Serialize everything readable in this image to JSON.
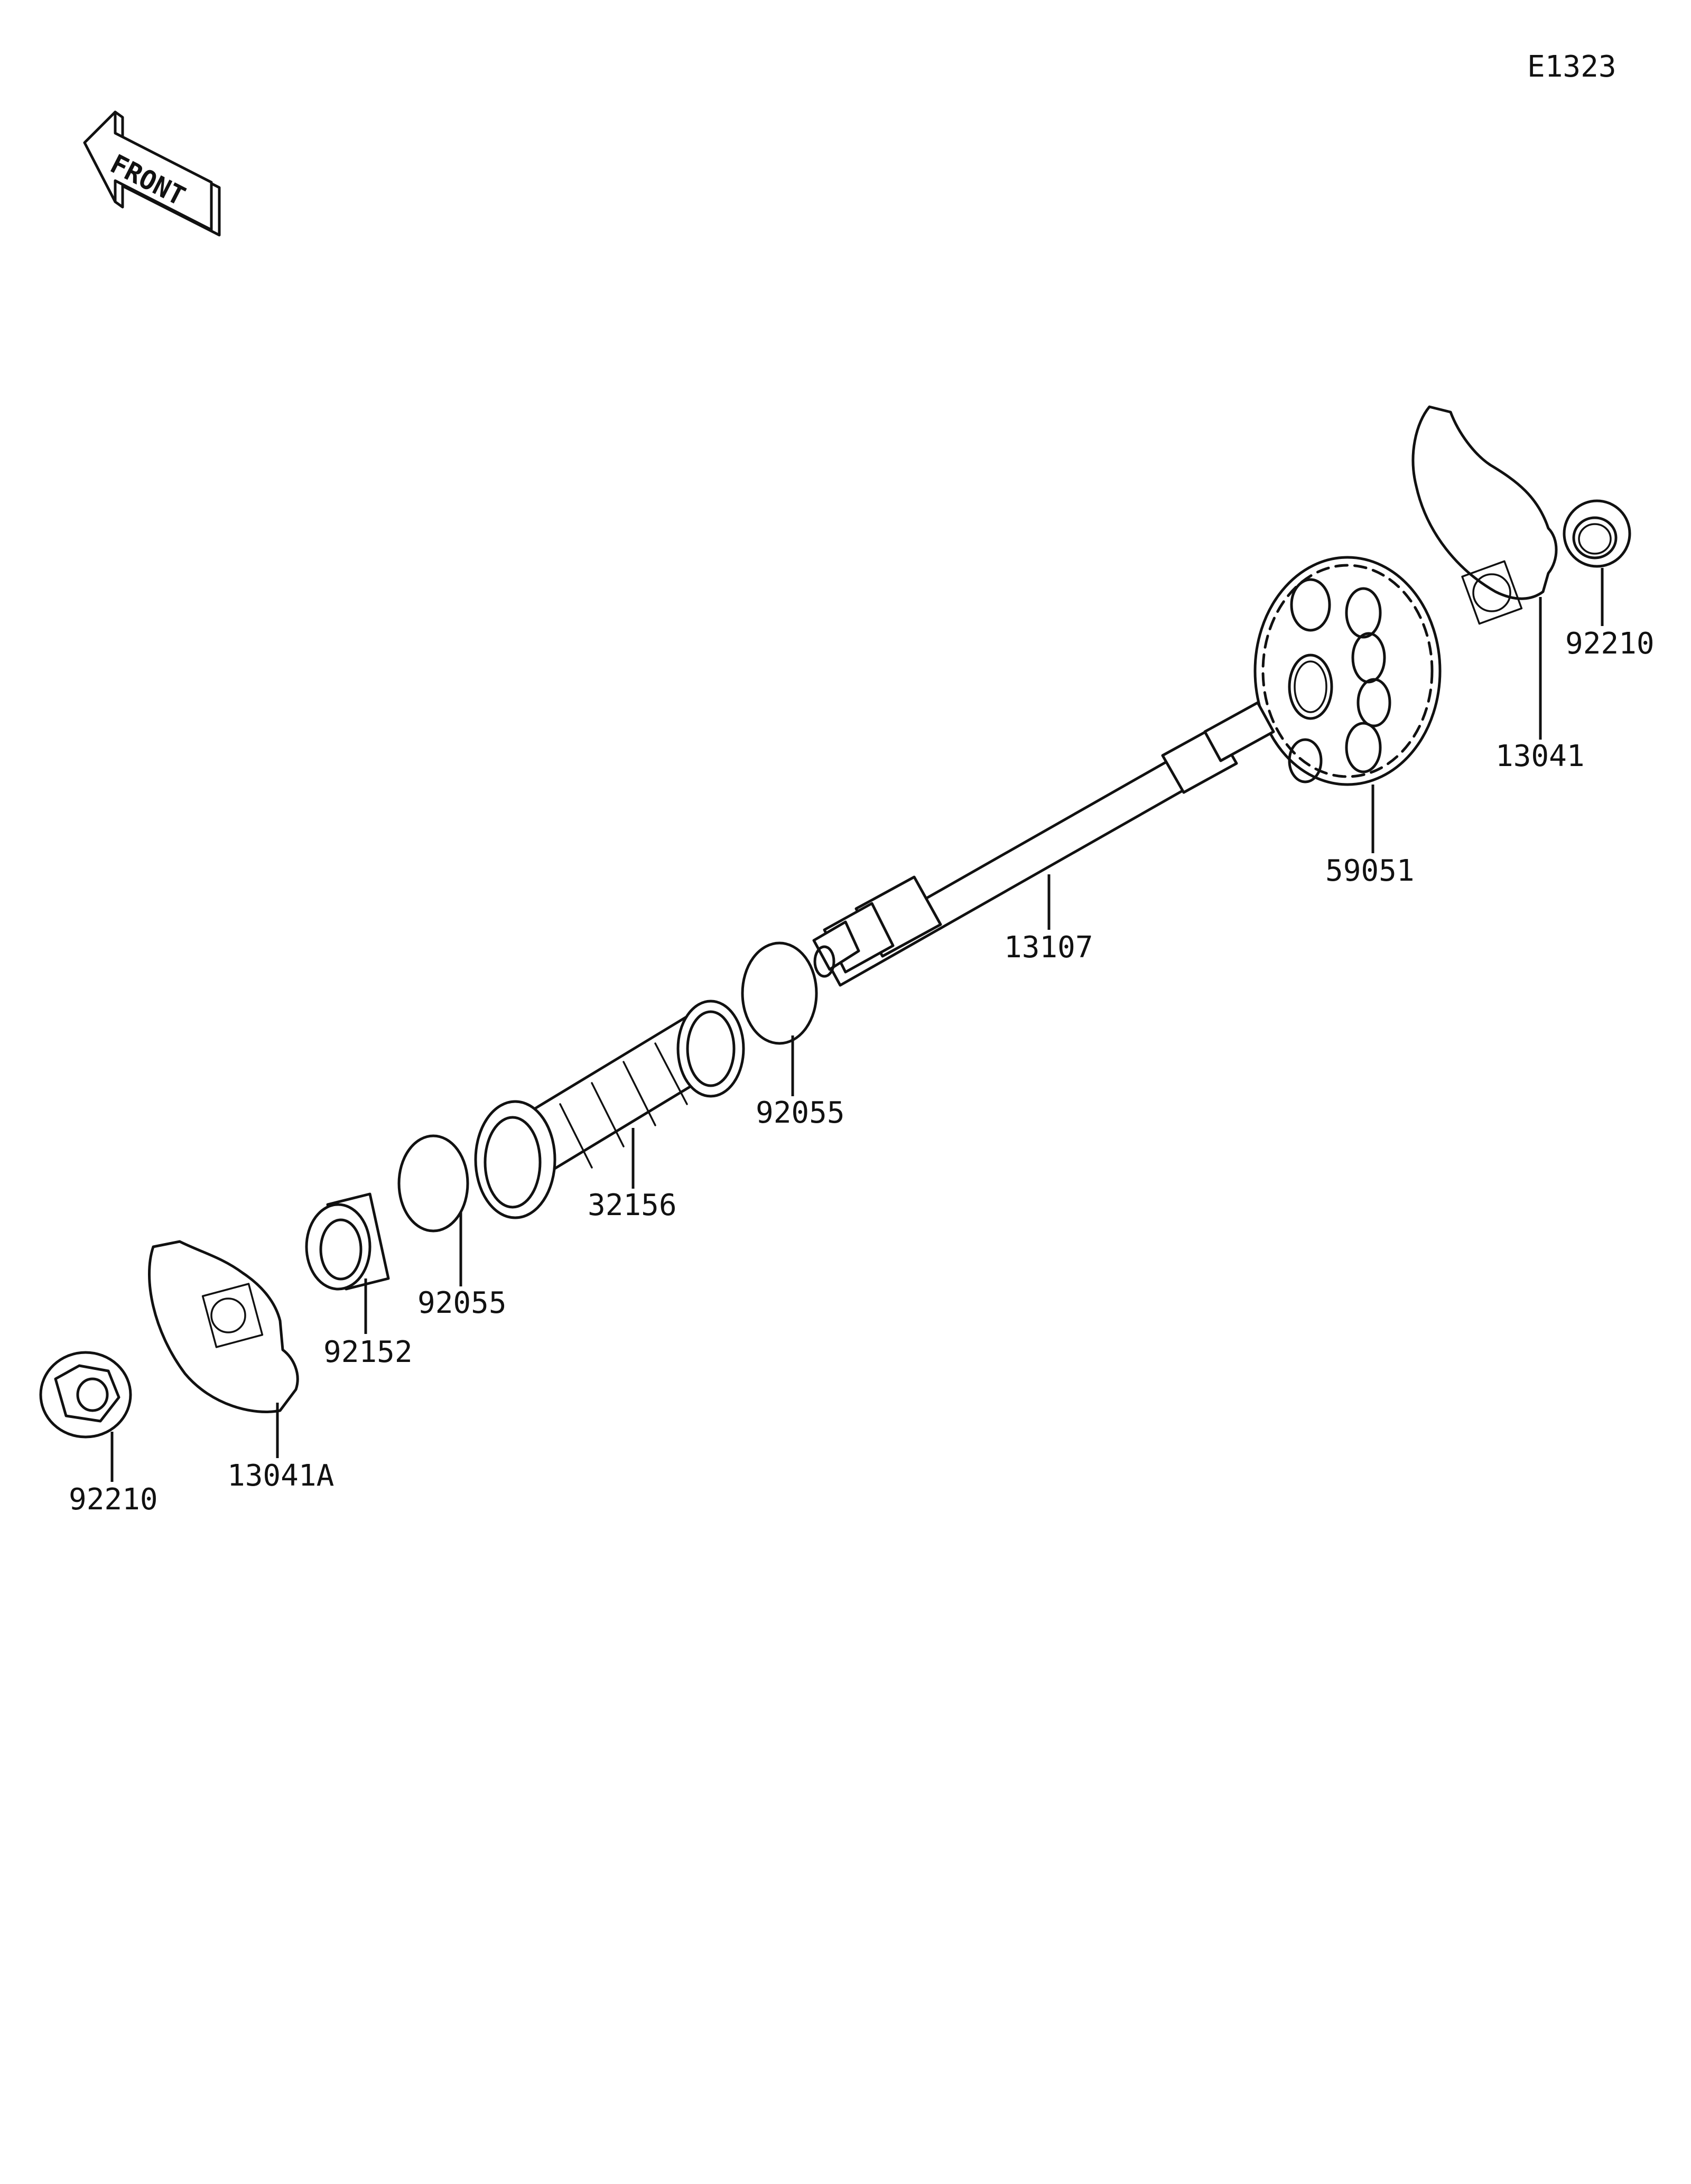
{
  "diagram": {
    "code": "E1323",
    "front_label": "FRONT",
    "parts": [
      {
        "part_no": "92210"
      },
      {
        "part_no": "13041"
      },
      {
        "part_no": "59051"
      },
      {
        "part_no": "13107"
      },
      {
        "part_no": "92055"
      },
      {
        "part_no": "32156"
      },
      {
        "part_no": "92055"
      },
      {
        "part_no": "92152"
      },
      {
        "part_no": "13041A"
      },
      {
        "part_no": "92210"
      }
    ]
  }
}
